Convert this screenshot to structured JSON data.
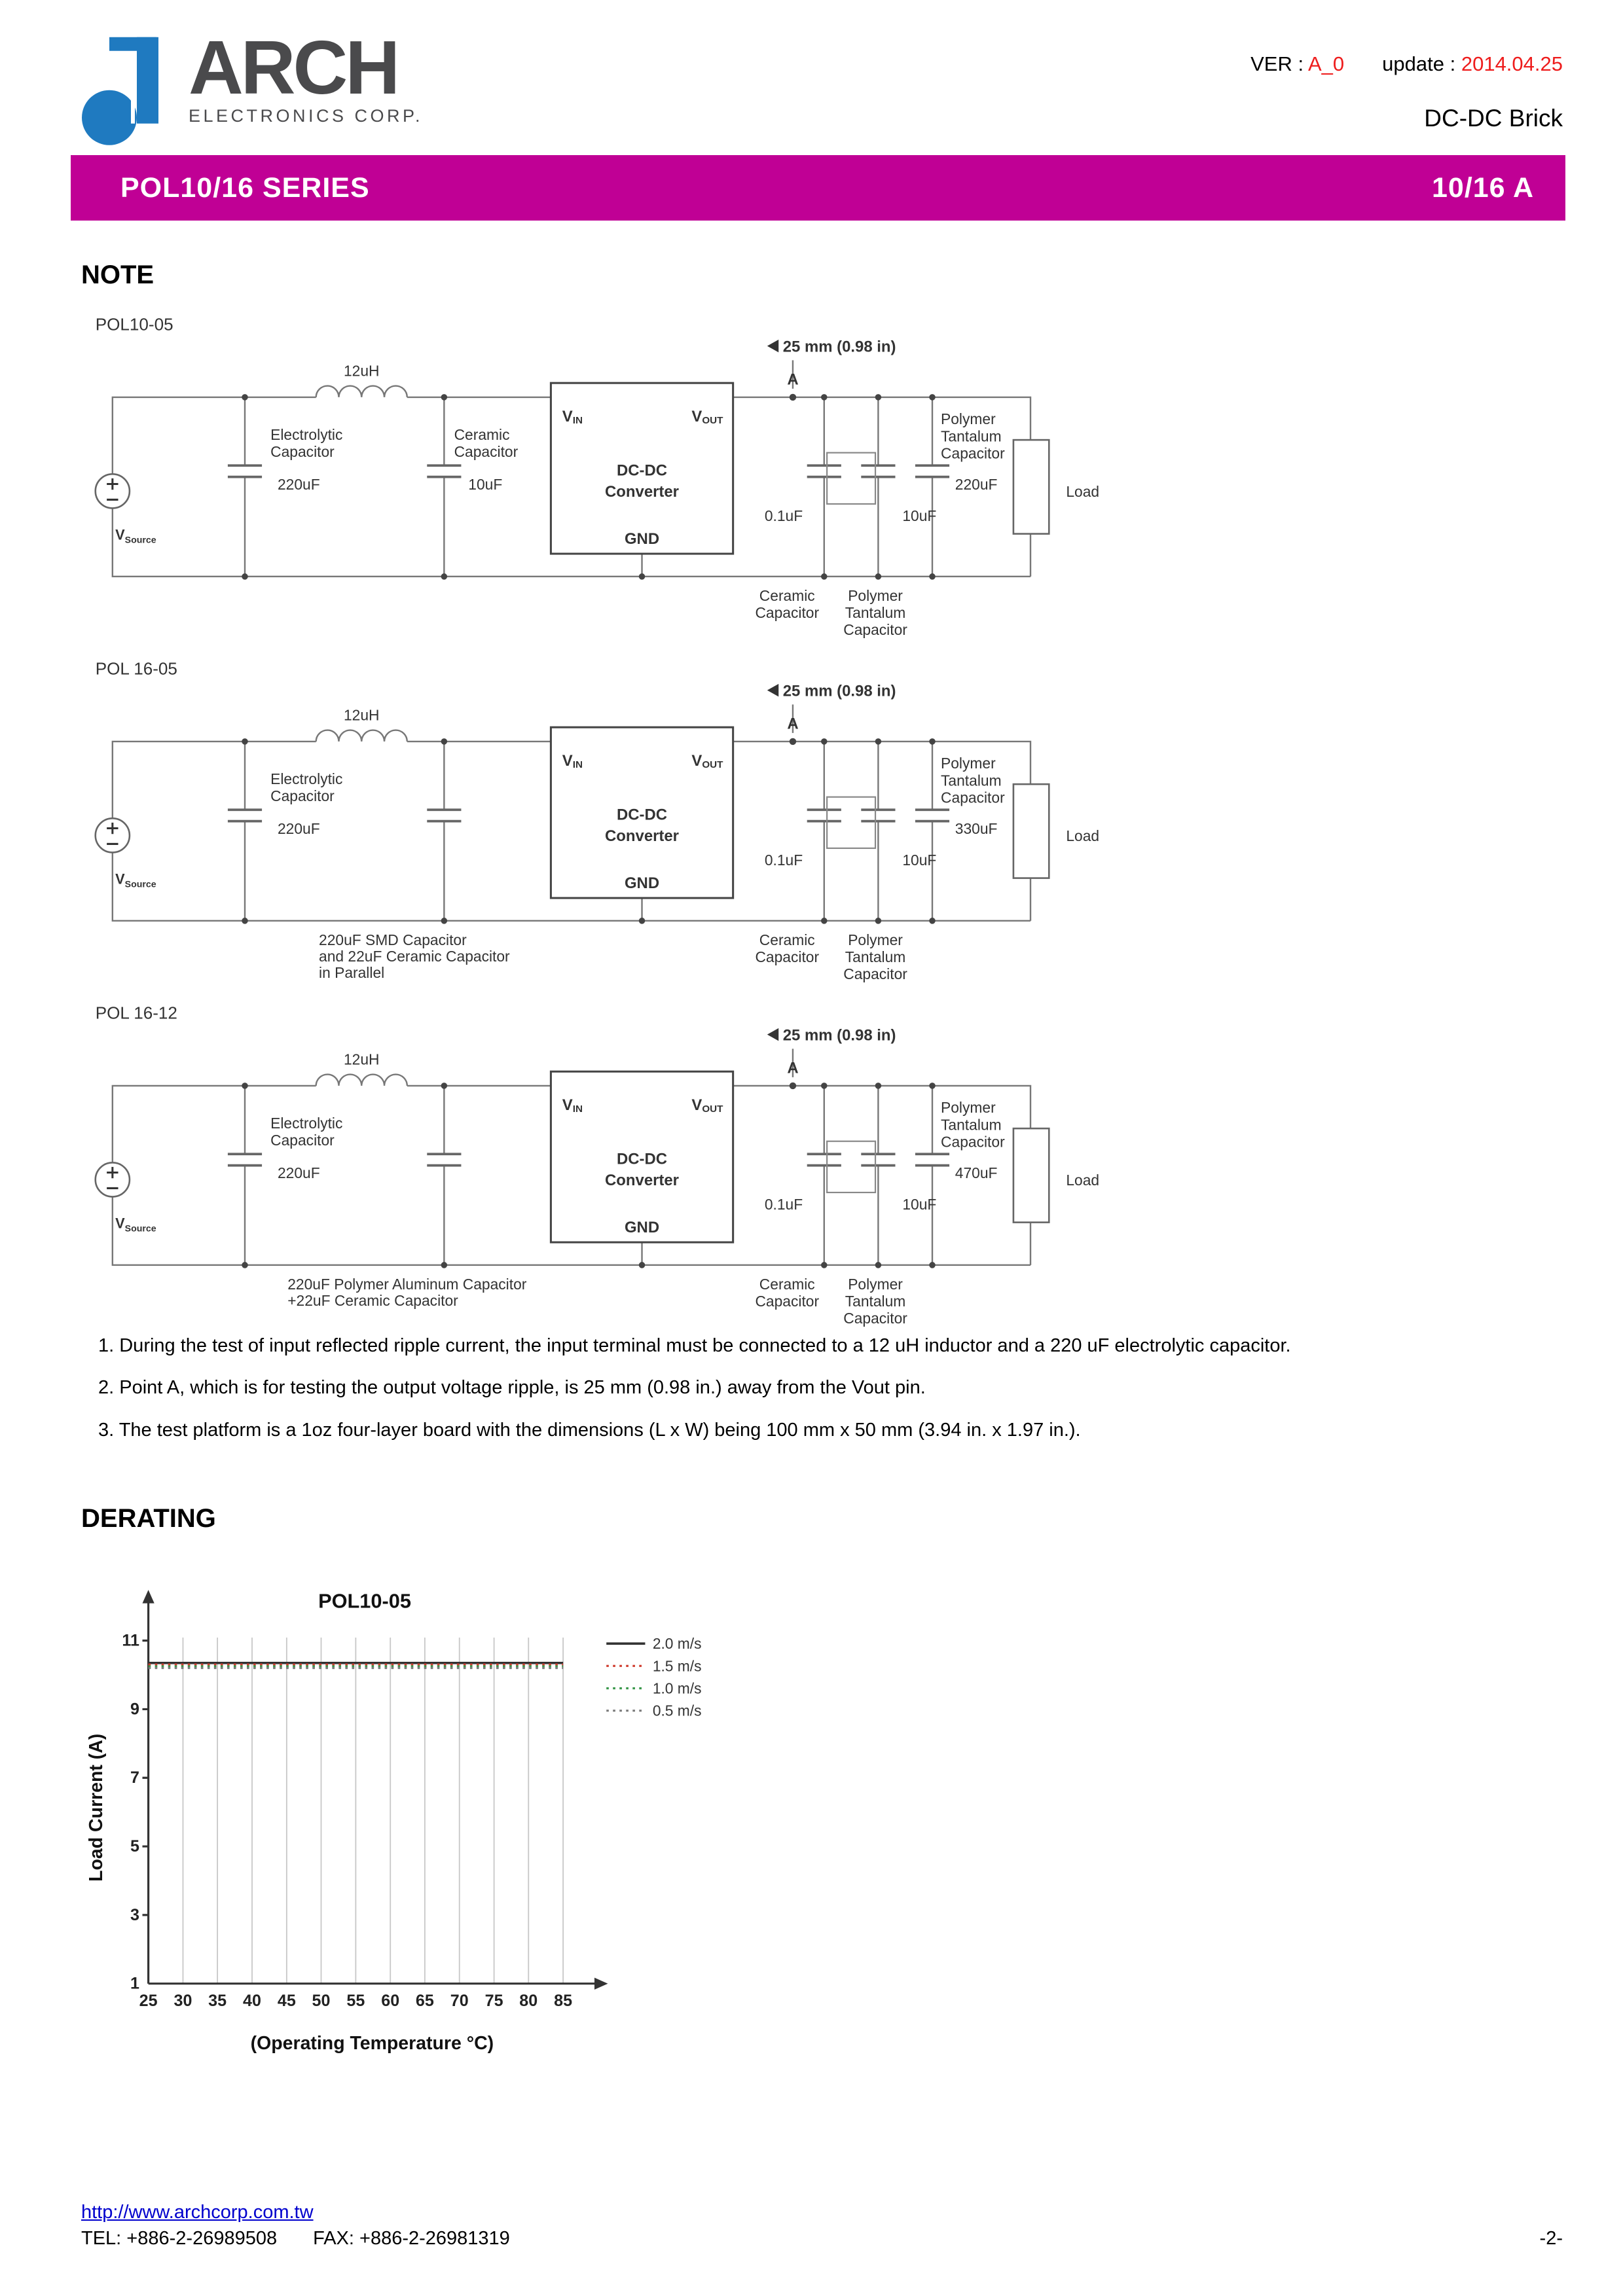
{
  "header": {
    "logo_text": "ARCH",
    "logo_subtext": "ELECTRONICS CORP.",
    "ver_label": "VER :",
    "ver_value": "A_0",
    "update_label": "update :",
    "update_value": "2014.04.25",
    "product_family": "DC-DC Brick",
    "accent_red": "#EE1C1C",
    "logo_blue": "#1F7AC0"
  },
  "banner": {
    "title": "POL10/16 SERIES",
    "current_rating": "10/16 A",
    "bg_color": "#C00095"
  },
  "sections": {
    "note_heading": "NOTE",
    "derating_heading": "DERATING"
  },
  "diagram_common": {
    "inductor_value": "12uH",
    "distance_note": "25 mm (0.98 in)",
    "point_label": "A",
    "input_cap_label1": "Electrolytic",
    "input_cap_label2": "Capacitor",
    "input_cap_value": "220uF",
    "pin_v": "V",
    "pin_in_sub": "IN",
    "pin_out_sub": "OUT",
    "box_title1": "DC-DC",
    "box_title2": "Converter",
    "box_gnd": "GND",
    "out_cap1_value": "0.1uF",
    "out_cap2_value": "10uF",
    "out_cap1_label1": "Ceramic",
    "out_cap1_label2": "Capacitor",
    "out_cap2_label1": "Polymer",
    "out_cap2_label2": "Tantalum",
    "out_cap2_label3": "Capacitor",
    "tant_label1": "Polymer",
    "tant_label2": "Tantalum",
    "tant_label3": "Capacitor",
    "load_label": "Load",
    "source_v": "V",
    "source_sub": "Source"
  },
  "diagrams": [
    {
      "title": "POL10-05",
      "mid_cap_label1": "Ceramic",
      "mid_cap_label2": "Capacitor",
      "mid_cap_value": "10uF",
      "tant_value": "220uF"
    },
    {
      "title": "POL 16-05",
      "tant_value": "330uF",
      "note_lines": [
        "220uF SMD Capacitor",
        "and 22uF Ceramic Capacitor",
        "in Parallel"
      ]
    },
    {
      "title": "POL 16-12",
      "tant_value": "470uF",
      "note_lines": [
        "220uF Polymer Aluminum Capacitor",
        "+22uF Ceramic Capacitor"
      ]
    }
  ],
  "notes": {
    "items": [
      "1. During the test of input reflected ripple current, the input terminal must be connected to a 12 uH inductor and a 220 uF electrolytic capacitor.",
      "2. Point A, which is for testing the output voltage ripple, is 25 mm (0.98 in.) away from the Vout pin.",
      "3. The test platform is a 1oz four-layer board with the dimensions (L x W) being 100 mm x 50 mm (3.94 in. x 1.97 in.)."
    ]
  },
  "chart": {
    "title": "POL10-05",
    "ylabel": "Load Current  (A)",
    "xlabel": "(Operating Temperature °C)",
    "y_ticks": [
      "11",
      "9",
      "7",
      "5",
      "3",
      "1"
    ],
    "x_ticks": [
      "25",
      "30",
      "35",
      "40",
      "45",
      "50",
      "55",
      "60",
      "65",
      "70",
      "75",
      "80",
      "85"
    ],
    "legend": [
      {
        "label": "2.0 m/s",
        "color": "#333333",
        "style": "solid"
      },
      {
        "label": "1.5 m/s",
        "color": "#CF3B2D",
        "style": "dotted"
      },
      {
        "label": "1.0 m/s",
        "color": "#39984B",
        "style": "dotted"
      },
      {
        "label": "0.5 m/s",
        "color": "#7A7A7A",
        "style": "dotted"
      }
    ]
  },
  "chart_data": {
    "type": "line",
    "title": "POL10-05",
    "xlabel": "(Operating Temperature °C)",
    "ylabel": "Load Current (A)",
    "x": [
      25,
      30,
      35,
      40,
      45,
      50,
      55,
      60,
      65,
      70,
      75,
      80,
      85
    ],
    "xlim": [
      25,
      85
    ],
    "ylim": [
      1,
      11
    ],
    "grid": "vertical",
    "legend_position": "right",
    "series": [
      {
        "name": "2.0 m/s",
        "values": [
          10.35,
          10.35,
          10.35,
          10.35,
          10.35,
          10.35,
          10.35,
          10.35,
          10.35,
          10.35,
          10.35,
          10.35,
          10.35
        ]
      },
      {
        "name": "1.5 m/s",
        "values": [
          10.3,
          10.3,
          10.3,
          10.3,
          10.3,
          10.3,
          10.3,
          10.3,
          10.3,
          10.3,
          10.3,
          10.3,
          10.3
        ]
      },
      {
        "name": "1.0 m/s",
        "values": [
          10.25,
          10.25,
          10.25,
          10.25,
          10.25,
          10.25,
          10.25,
          10.25,
          10.25,
          10.25,
          10.25,
          10.25,
          10.25
        ]
      },
      {
        "name": "0.5 m/s",
        "values": [
          10.2,
          10.2,
          10.2,
          10.2,
          10.2,
          10.2,
          10.2,
          10.2,
          10.2,
          10.2,
          10.2,
          10.2,
          10.2
        ]
      }
    ]
  },
  "footer": {
    "url": "http://www.archcorp.com.tw",
    "tel": "TEL: +886-2-26989508",
    "fax": "FAX: +886-2-26981319",
    "page": "-2-"
  }
}
